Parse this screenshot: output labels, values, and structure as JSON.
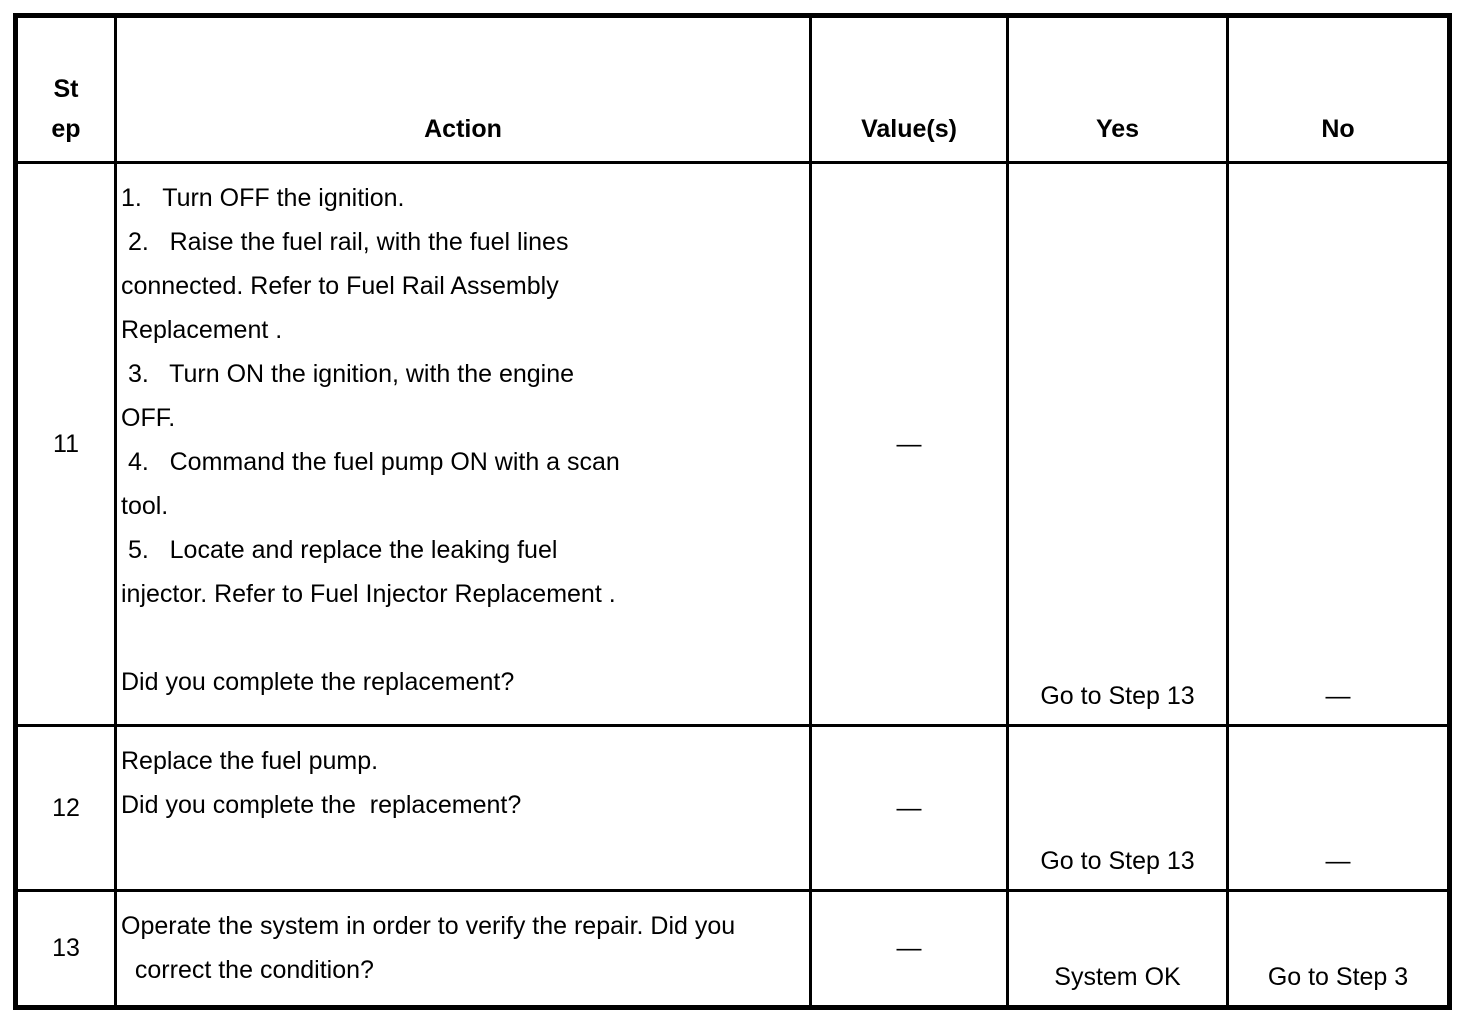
{
  "table": {
    "headers": {
      "step_lines": [
        "St",
        "ep"
      ],
      "action": "Action",
      "values": "Value(s)",
      "yes": "Yes",
      "no": "No"
    },
    "rows": [
      {
        "step": "11",
        "action_lines": [
          "1.   Turn OFF the ignition.",
          " 2.   Raise the fuel rail, with the fuel lines",
          "connected. Refer to Fuel Rail Assembly",
          "Replacement .",
          " 3.   Turn ON the ignition, with the engine",
          "OFF.",
          " 4.   Command the fuel pump ON with a scan",
          "tool.",
          " 5.   Locate and replace the leaking fuel",
          "injector. Refer to Fuel Injector Replacement .",
          "",
          "Did you complete the replacement?"
        ],
        "values": "—",
        "yes": "Go to Step 13",
        "no": "—"
      },
      {
        "step": "12",
        "action_lines": [
          "Replace the fuel pump.",
          "Did you complete the  replacement?"
        ],
        "values": "—",
        "yes": "Go to Step 13",
        "no": "—"
      },
      {
        "step": "13",
        "action_lines": [
          "Operate the system in order to verify the repair. Did you",
          "  correct the condition?"
        ],
        "values": "—",
        "yes": "System OK",
        "no": "Go to Step 3"
      }
    ]
  }
}
